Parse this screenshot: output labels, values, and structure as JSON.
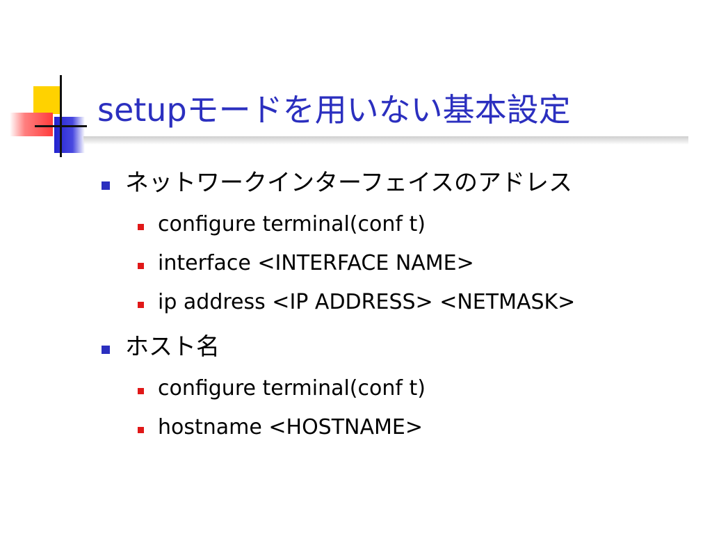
{
  "slide": {
    "title": "setupモードを用いない基本設定",
    "items": [
      {
        "label": "ネットワークインターフェイスのアドレス",
        "subitems": [
          "configure terminal(conf t)",
          "interface <INTERFACE NAME>",
          "ip address <IP ADDRESS> <NETMASK>"
        ]
      },
      {
        "label": "ホスト名",
        "subitems": [
          "configure terminal(conf t)",
          "hostname <HOSTNAME>"
        ]
      }
    ]
  },
  "colors": {
    "title": "#2b2fbf",
    "level1_bullet": "#2b2fbf",
    "level2_bullet": "#e01818",
    "deco_yellow": "#ffd200",
    "deco_red": "#ff3c3c",
    "deco_blue": "#2323cf"
  }
}
